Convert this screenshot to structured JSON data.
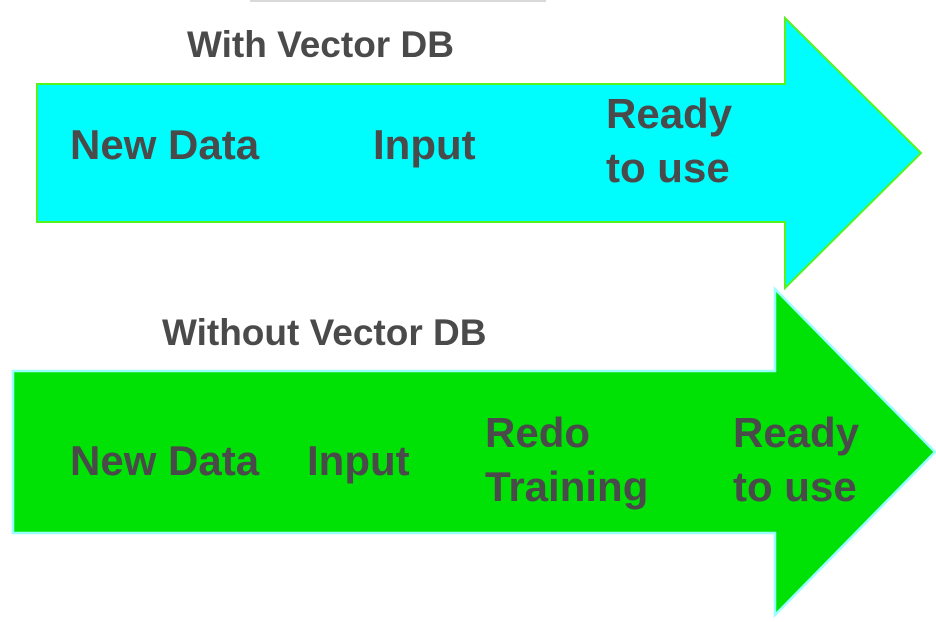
{
  "page": {
    "background": "#ffffff"
  },
  "artifact": {
    "top_line_color": "#d9d9d9"
  },
  "text_color": "#4a4a4a",
  "with_db": {
    "title": "With Vector DB",
    "arrow": {
      "fill": "#00fdfe",
      "stroke": "#55f21c"
    },
    "labels": {
      "new_data": "New Data",
      "input": "Input",
      "ready_line1": "Ready",
      "ready_line2": "to use"
    }
  },
  "without_db": {
    "title": "Without Vector DB",
    "arrow": {
      "fill": "#00e205",
      "stroke": "#99ffff"
    },
    "labels": {
      "new_data": "New Data",
      "input": "Input",
      "redo_line1": "Redo",
      "redo_line2": "Training",
      "ready_line1": "Ready",
      "ready_line2": "to use"
    }
  }
}
